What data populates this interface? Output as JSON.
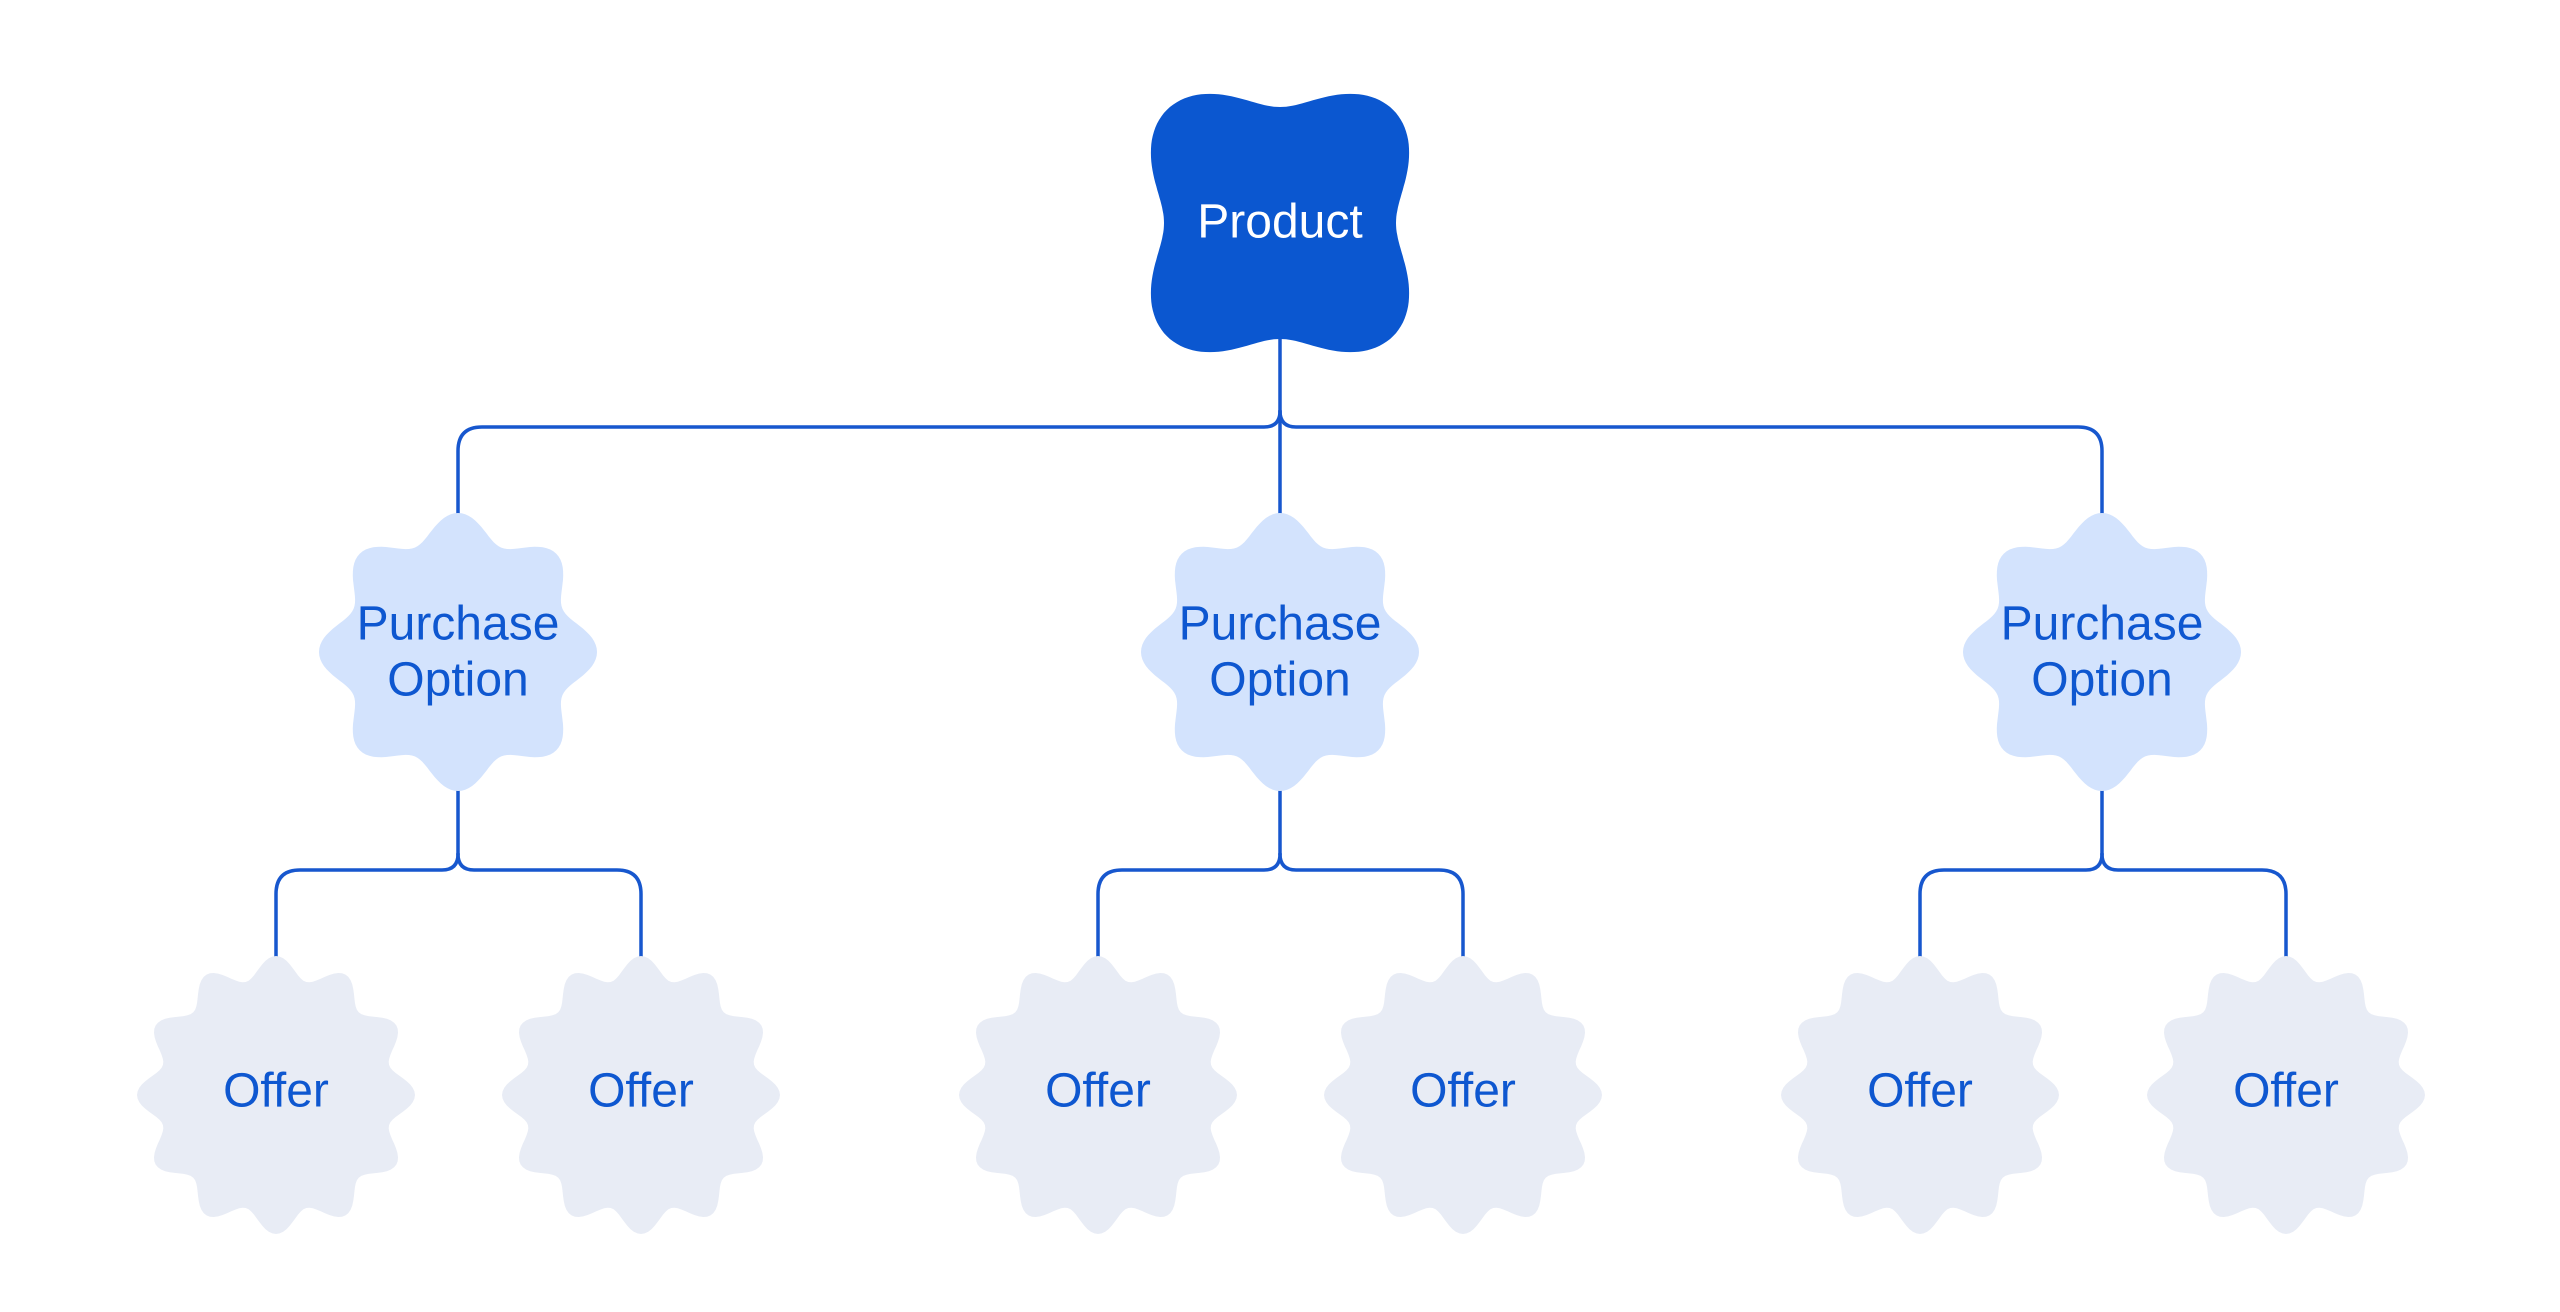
{
  "page": {
    "background": "#ffffff"
  },
  "colors": {
    "product_fill": "#0b57d0",
    "product_text": "#ffffff",
    "purchase_option_fill": "#d3e3fd",
    "offer_fill": "#e8ecf5",
    "node_text": "#0e57d0",
    "connector_line": "#1757ce"
  },
  "nodes": {
    "product": {
      "label": "Product"
    },
    "purchase_options": [
      {
        "line1": "Purchase",
        "line2": "Option"
      },
      {
        "line1": "Purchase",
        "line2": "Option"
      },
      {
        "line1": "Purchase",
        "line2": "Option"
      }
    ],
    "offers": [
      {
        "label": "Offer"
      },
      {
        "label": "Offer"
      },
      {
        "label": "Offer"
      },
      {
        "label": "Offer"
      },
      {
        "label": "Offer"
      },
      {
        "label": "Offer"
      }
    ]
  }
}
